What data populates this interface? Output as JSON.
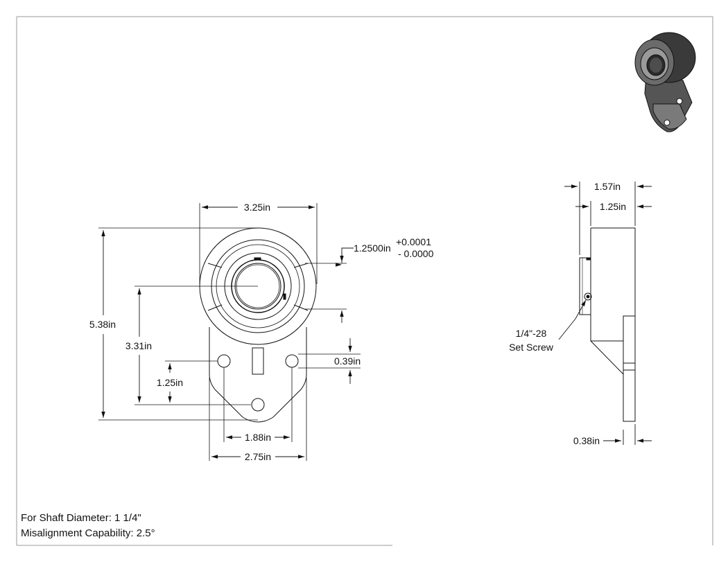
{
  "dimensions": {
    "width_overall": "3.25in",
    "height_overall": "5.38in",
    "bore": "1.2500in",
    "bore_tol_plus": "+0.0001",
    "bore_tol_minus": "- 0.0000",
    "center_to_bolt_hole": "3.31in",
    "bolt_hole_spacing_vertical": "1.25in",
    "bolt_hole_diameter": "0.39in",
    "bolt_hole_spacing": "1.88in",
    "flange_width": "2.75in",
    "side_overall_depth": "1.57in",
    "side_housing_depth": "1.25in",
    "flange_thickness": "0.38in"
  },
  "callouts": {
    "set_screw_size": "1/4\"-28",
    "set_screw_label": "Set Screw"
  },
  "notes": {
    "shaft_diameter": "For Shaft Diameter: 1 1/4\"",
    "misalignment": "Misalignment Capability: 2.5°"
  },
  "colors": {
    "line": "#111111",
    "housing_dark": "#3a3a3a",
    "housing_mid": "#6b6b6b"
  }
}
